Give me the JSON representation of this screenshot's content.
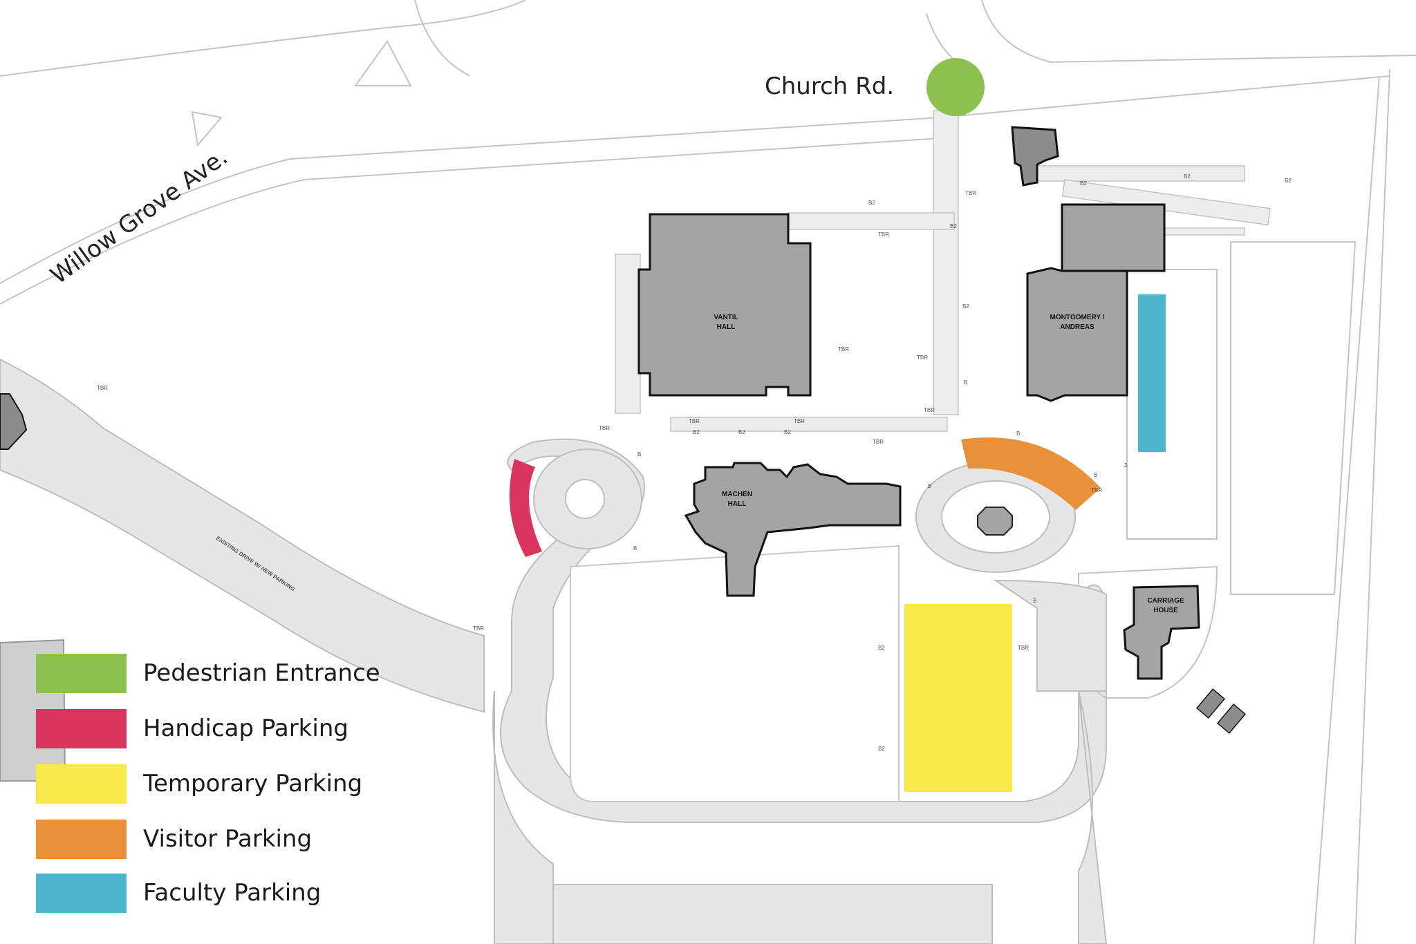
{
  "map": {
    "streets": {
      "church_rd": "Church Rd.",
      "willow_grove": "Willow Grove Ave."
    },
    "buildings": {
      "vantil": [
        "VANTIL",
        "HALL"
      ],
      "montgomery": [
        "MONTGOMERY /",
        "ANDREAS"
      ],
      "machen": [
        "MACHEN",
        "HALL"
      ],
      "carriage": [
        "CARRIAGE",
        "HOUSE"
      ]
    },
    "drive_note": "EXISTING DRIVE W/ NEW PARKING",
    "markers": {
      "tbr": "TBR",
      "b2": "B2",
      "b": "B",
      "two": "2"
    }
  },
  "legend": [
    {
      "label": "Pedestrian Entrance",
      "color": "#8dc14f"
    },
    {
      "label": "Handicap Parking",
      "color": "#d9355f"
    },
    {
      "label": "Temporary Parking",
      "color": "#f9e84a"
    },
    {
      "label": "Visitor Parking",
      "color": "#e8913a"
    },
    {
      "label": "Faculty Parking",
      "color": "#4db5cc"
    }
  ],
  "colors": {
    "building_fill": "#a4a4a4",
    "road_fill": "#e6e6e6",
    "line": "#bdbdbd"
  }
}
